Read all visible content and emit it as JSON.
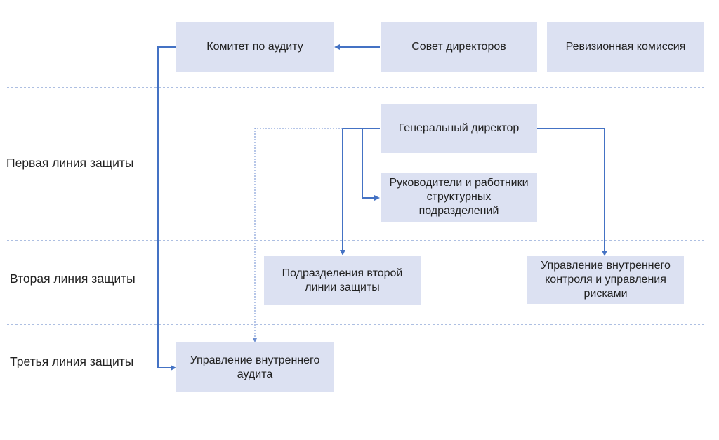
{
  "boxes": {
    "audit_committee": "Комитет по аудиту",
    "board": "Совет директоров",
    "revision": "Ревизионная комиссия",
    "ceo": "Генеральный директор",
    "heads": "Руководители и работники структурных подразделений",
    "second_line_units": "Подразделения второй линии защиты",
    "internal_control": "Управление внутреннего контроля и управления рисками",
    "internal_audit": "Управление внутреннего аудита"
  },
  "lines": {
    "first": "Первая линия защиты",
    "second": "Вторая линия защиты",
    "third": "Третья линия защиты"
  },
  "colors": {
    "box_fill": "#dce1f2",
    "arrow": "#4472c4",
    "divider": "#5b7fc4"
  }
}
